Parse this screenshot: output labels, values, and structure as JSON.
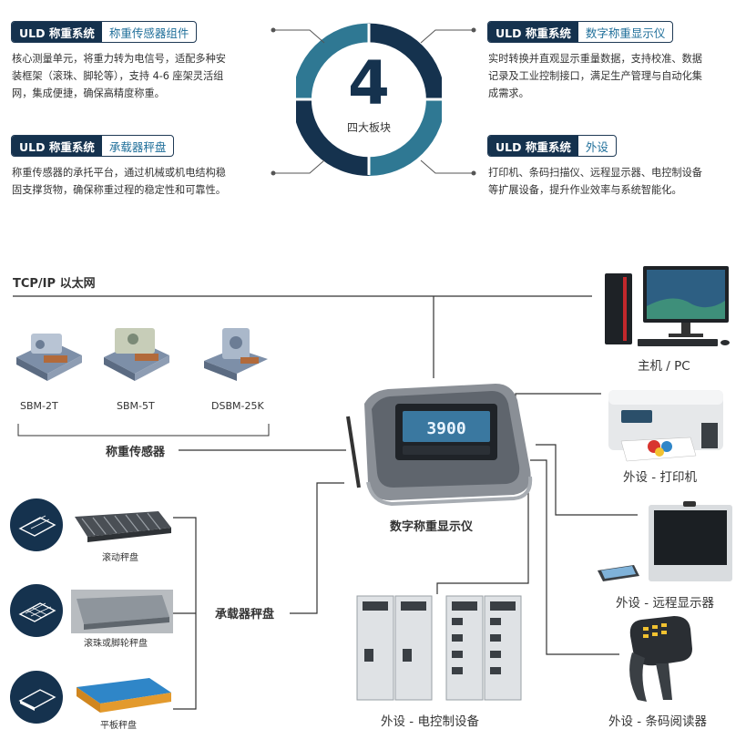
{
  "center": {
    "number": "4",
    "caption": "四大板块"
  },
  "modules": [
    {
      "system": "ULD 称重系统",
      "name": "称重传感器组件",
      "desc": [
        "核心测量单元，将重力转为电信号，适配多种安",
        "装框架（滚珠、脚轮等），支持 4-6 座架灵活组",
        "网，集成便捷，确保高精度称重。"
      ]
    },
    {
      "system": "ULD 称重系统",
      "name": "数字称重显示仪",
      "desc": [
        "实时转换并直观显示重量数据，支持校准、数据",
        "记录及工业控制接口，满足生产管理与自动化集",
        "成需求。"
      ]
    },
    {
      "system": "ULD 称重系统",
      "name": "承载器秤盘",
      "desc": [
        "称重传感器的承托平台，通过机械或机电结构稳",
        "固支撑货物，确保称重过程的稳定性和可靠性。"
      ]
    },
    {
      "system": "ULD 称重系统",
      "name": "外设",
      "desc": [
        "打印机、条码扫描仪、远程显示器、电控制设备",
        "等扩展设备，提升作业效率与系统智能化。"
      ]
    }
  ],
  "network": {
    "label": "TCP/IP 以太网"
  },
  "sensors": {
    "group_label": "称重传感器",
    "models": [
      "SBM-2T",
      "SBM-5T",
      "DSBM-25K"
    ]
  },
  "indicator": {
    "label": "数字称重显示仪",
    "reading": "3900"
  },
  "platforms": {
    "group_label": "承载器秤盘",
    "items": [
      "滚动秤盘",
      "滚珠或脚轮秤盘",
      "平板秤盘"
    ]
  },
  "peripherals": {
    "pc": "主机 / PC",
    "printer": "外设 - 打印机",
    "remote_display": "外设 - 远程显示器",
    "control": "外设 - 电控制设备",
    "barcode": "外设 - 条码阅读器"
  },
  "colors": {
    "navy": "#15324e",
    "teal": "#2f7893",
    "accent": "#1f6f9a"
  }
}
